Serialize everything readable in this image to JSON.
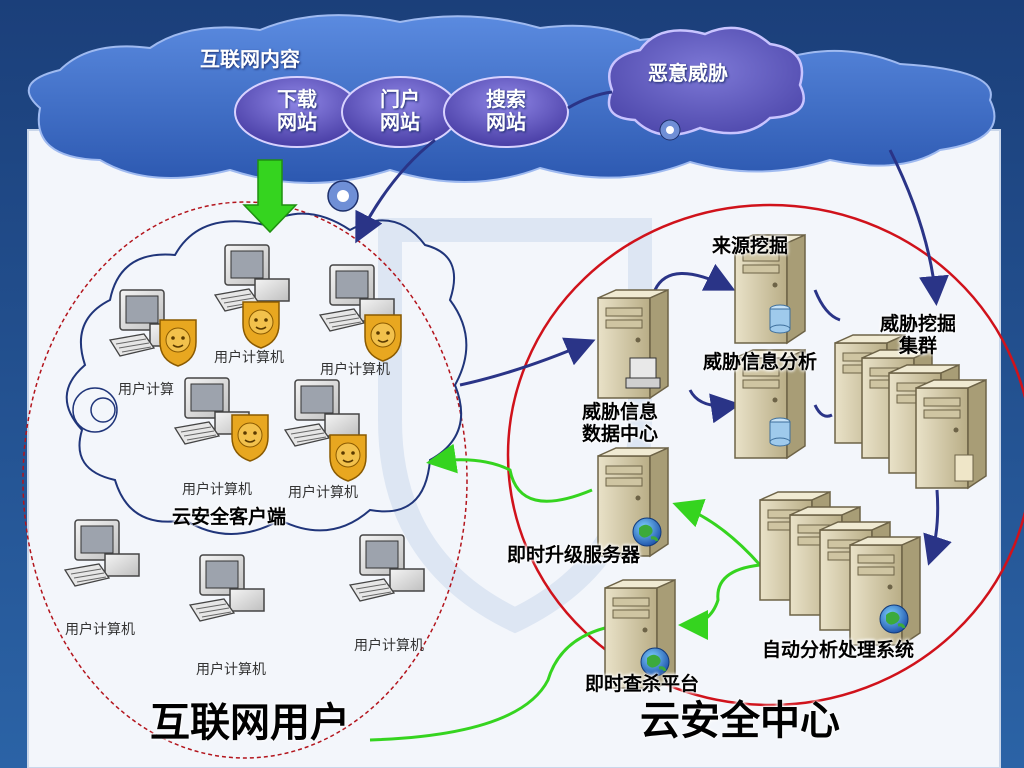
{
  "cloud": {
    "title": "互联网内容",
    "sites": [
      "下载\n网站",
      "门户\n网站",
      "搜索\n网站"
    ],
    "threat": "恶意威胁"
  },
  "user_zone": {
    "title": "互联网用户",
    "client_label": "云安全客户端",
    "computer_labels": [
      "用户计算机",
      "用户计算机",
      "用户计算",
      "用户计算机",
      "用户计算机",
      "用户计算机",
      "用户计算机",
      "用户计算机"
    ]
  },
  "center_zone": {
    "title": "云安全中心",
    "labels": {
      "source_mining": "来源挖掘",
      "threat_mining_cluster": "威胁挖掘\n集群",
      "threat_analysis": "威胁信息分析",
      "threat_data_center": "威胁信息\n数据中心",
      "upgrade_server": "即时升级服务器",
      "auto_analysis": "自动分析处理系统",
      "scan_platform": "即时查杀平台"
    }
  },
  "colors": {
    "background": "#1d4f8a",
    "cloud": "#3f6fc6",
    "site_bubble": "#5a4fb8",
    "threat_cloud": "#5752b3",
    "red_circle": "#d0121b",
    "green_arrow": "#35d41f",
    "navy_arrow": "#2a3487"
  }
}
